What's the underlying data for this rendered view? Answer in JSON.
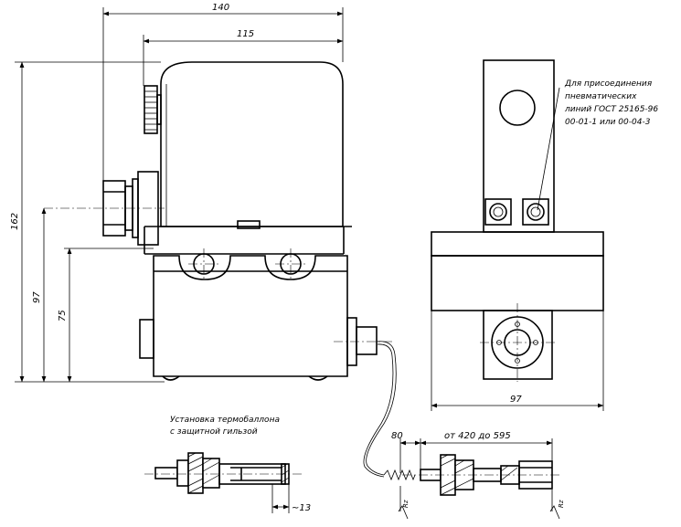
{
  "drawing": {
    "dimensions": {
      "width_overall": "140",
      "width_body": "115",
      "height_overall": "162",
      "height_fitting": "97",
      "height_base": "75",
      "side_width": "97",
      "tube_80": "80",
      "tube_length": "от 420 до 595",
      "sleeve_13": "~13"
    },
    "notes": {
      "pneumatic_line_1": "Для присоединения",
      "pneumatic_line_2": "пневматических",
      "pneumatic_line_3": "линий ГОСТ 25165-96",
      "pneumatic_line_4": "00-01-1 или 00-04-3",
      "thermo_caption_1": "Установка термобаллона",
      "thermo_caption_2": "с защитной гильзой"
    },
    "surface_symbol": "Rz"
  }
}
